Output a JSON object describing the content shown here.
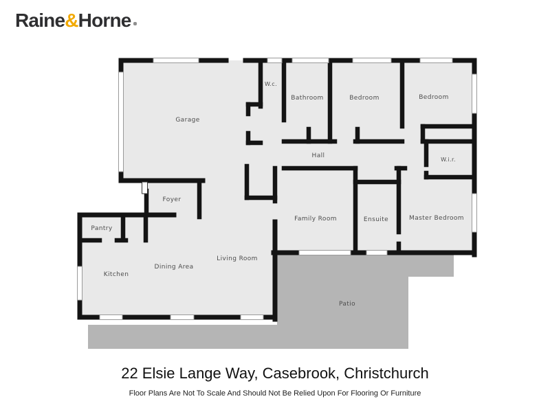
{
  "logo": {
    "part1": "Raine",
    "amp": "&",
    "part2": "Horne"
  },
  "plan": {
    "colors": {
      "floor": "#e9e9e9",
      "patio": "#b5b5b5",
      "wall": "#141414",
      "label": "#4d4d4d"
    },
    "rooms": [
      {
        "id": "garage",
        "label": "Garage"
      },
      {
        "id": "wc",
        "label": "W.c."
      },
      {
        "id": "bathroom",
        "label": "Bathroom"
      },
      {
        "id": "bedroom1",
        "label": "Bedroom"
      },
      {
        "id": "bedroom2",
        "label": "Bedroom"
      },
      {
        "id": "hall",
        "label": "Hall"
      },
      {
        "id": "wir",
        "label": "W.i.r."
      },
      {
        "id": "foyer",
        "label": "Foyer"
      },
      {
        "id": "family",
        "label": "Family Room"
      },
      {
        "id": "ensuite",
        "label": "Ensuite"
      },
      {
        "id": "master",
        "label": "Master Bedroom"
      },
      {
        "id": "pantry",
        "label": "Pantry"
      },
      {
        "id": "kitchen",
        "label": "Kitchen"
      },
      {
        "id": "dining",
        "label": "Dining Area"
      },
      {
        "id": "living",
        "label": "Living Room"
      },
      {
        "id": "patio",
        "label": "Patio"
      }
    ]
  },
  "footer": {
    "address": "22 Elsie Lange Way, Casebrook, Christchurch",
    "disclaimer": "Floor Plans Are Not To Scale And Should Not Be Relied Upon For Flooring Or Furniture"
  }
}
